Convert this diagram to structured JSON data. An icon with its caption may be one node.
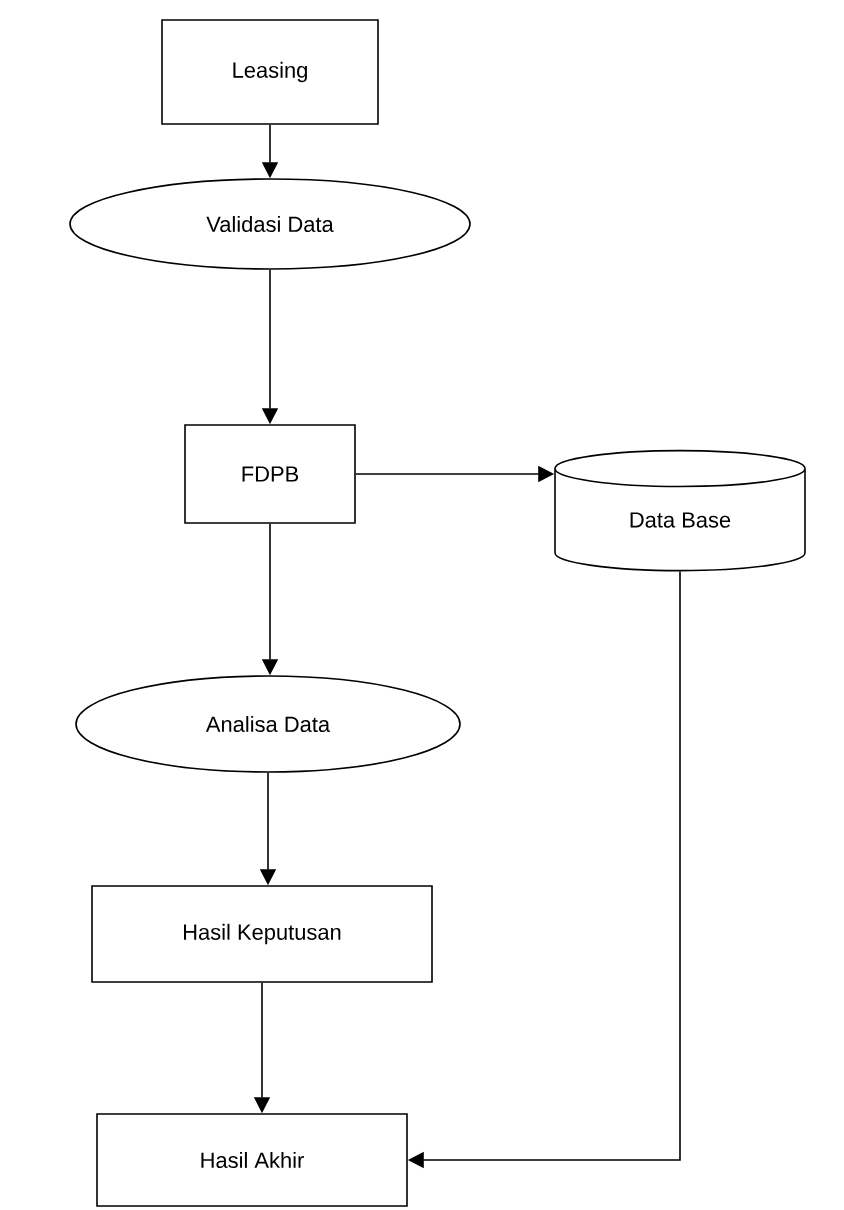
{
  "diagram": {
    "nodes": [
      {
        "text": [
          "Leasing"
        ]
      },
      {
        "text": [
          "Validasi Data"
        ]
      },
      {
        "text": [
          "FDPB"
        ]
      },
      {
        "text": [
          "Data Base"
        ]
      },
      {
        "text": [
          "Analisa Data"
        ]
      },
      {
        "text": [
          "Hasil Keputusan"
        ]
      },
      {
        "text": [
          "Hasil Akhir"
        ]
      }
    ],
    "edges": [
      {
        "from": 0,
        "to": 1,
        "arrow": "to"
      },
      {
        "from": 1,
        "to": 2,
        "arrow": "to"
      },
      {
        "from": 2,
        "to": 3,
        "arrow": "to"
      },
      {
        "from": 2,
        "to": 4,
        "arrow": "to"
      },
      {
        "from": 4,
        "to": 5,
        "arrow": "to"
      },
      {
        "from": 5,
        "to": 6,
        "arrow": "to"
      },
      {
        "from": 3,
        "to": 6,
        "arrow": "to"
      }
    ]
  }
}
